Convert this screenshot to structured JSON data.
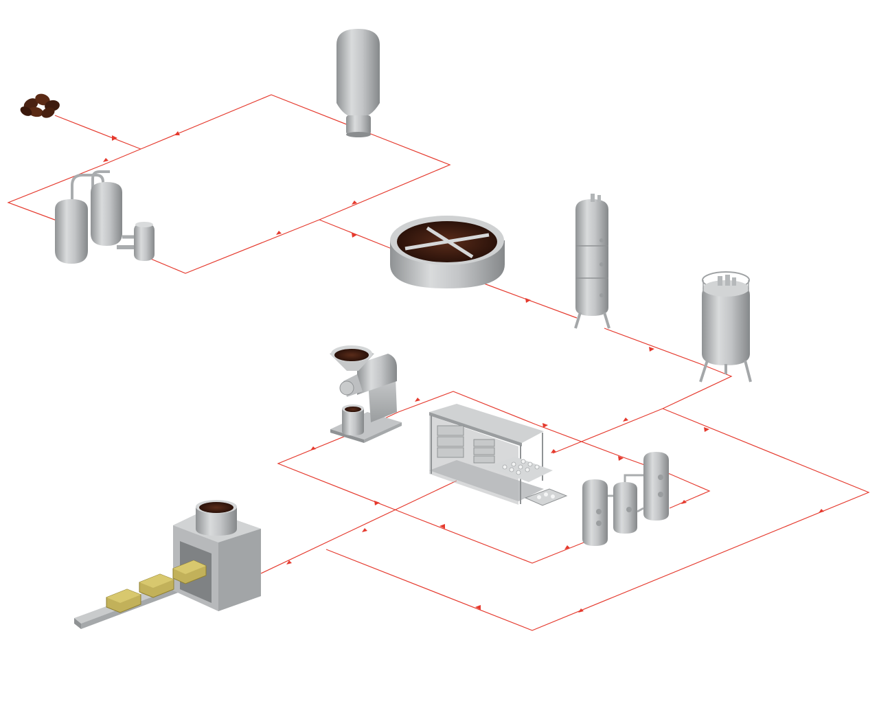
{
  "diagram": {
    "kind": "process-flow",
    "flow_color": "#e53a2e",
    "equipment_color": "#b9bcbf",
    "equipment": [
      {
        "id": "coffee-beans",
        "icon": "coffee-beans-icon"
      },
      {
        "id": "storage-silo",
        "icon": "silo-icon"
      },
      {
        "id": "extraction-vessels",
        "icon": "extraction-vessels-icon"
      },
      {
        "id": "settling-tank",
        "icon": "settling-tank-icon"
      },
      {
        "id": "column-tower",
        "icon": "column-tower-icon"
      },
      {
        "id": "storage-tank",
        "icon": "storage-tank-icon"
      },
      {
        "id": "grinder",
        "icon": "grinder-icon"
      },
      {
        "id": "press-rack",
        "icon": "press-rack-icon"
      },
      {
        "id": "tank-set",
        "icon": "tank-set-icon"
      },
      {
        "id": "block-conveyor",
        "icon": "conveyor-icon"
      }
    ]
  }
}
